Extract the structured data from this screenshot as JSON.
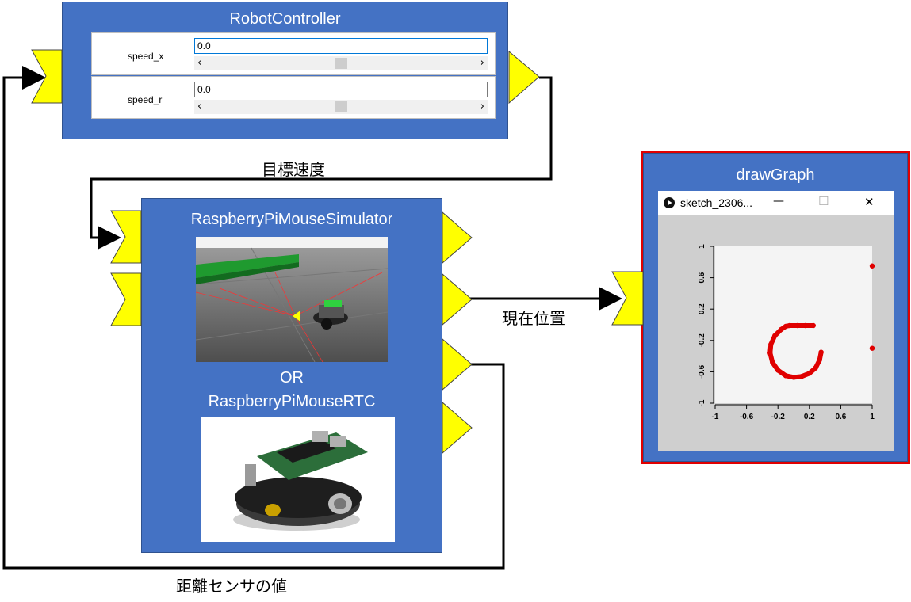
{
  "components": {
    "robot_controller": {
      "title": "RobotController",
      "params": [
        {
          "label": "speed_x",
          "value": "0.0"
        },
        {
          "label": "speed_r",
          "value": "0.0"
        }
      ]
    },
    "simulator": {
      "title": "RaspberryPiMouseSimulator",
      "or_text": "OR",
      "subtitle": "RaspberryPiMouseRTC"
    },
    "draw_graph": {
      "title": "drawGraph",
      "window_title": "sketch_2306...",
      "controls": {
        "minimize": "—",
        "maximize": "☐",
        "close": "✕"
      },
      "accent": "#e00000"
    }
  },
  "connections": {
    "target_speed": "目標速度",
    "current_position": "現在位置",
    "sensor_value": "距離センサの値"
  },
  "chart_data": {
    "type": "scatter",
    "title": "",
    "xlabel": "",
    "ylabel": "",
    "xlim": [
      -1,
      1
    ],
    "ylim": [
      -1,
      1
    ],
    "x_ticks": [
      "-1",
      "-0.6",
      "-0.2",
      "0.2",
      "0.6",
      "1"
    ],
    "y_ticks": [
      "1",
      "0.6",
      "0.2",
      "-0.2",
      "-0.6",
      "-1"
    ],
    "series": [
      {
        "color": "#e00000",
        "points": [
          [
            0.35,
            -0.35
          ],
          [
            0.33,
            -0.45
          ],
          [
            0.28,
            -0.55
          ],
          [
            0.2,
            -0.62
          ],
          [
            0.1,
            -0.66
          ],
          [
            0.0,
            -0.67
          ],
          [
            -0.1,
            -0.65
          ],
          [
            -0.2,
            -0.58
          ],
          [
            -0.27,
            -0.48
          ],
          [
            -0.3,
            -0.36
          ],
          [
            -0.29,
            -0.25
          ],
          [
            -0.24,
            -0.14
          ],
          [
            -0.16,
            -0.06
          ],
          [
            -0.1,
            -0.02
          ],
          [
            -0.05,
            -0.01
          ],
          [
            0.05,
            -0.01
          ],
          [
            0.15,
            -0.01
          ],
          [
            0.25,
            -0.01
          ],
          [
            1.0,
            0.75
          ],
          [
            1.0,
            -0.3
          ]
        ]
      }
    ],
    "grid": false
  }
}
